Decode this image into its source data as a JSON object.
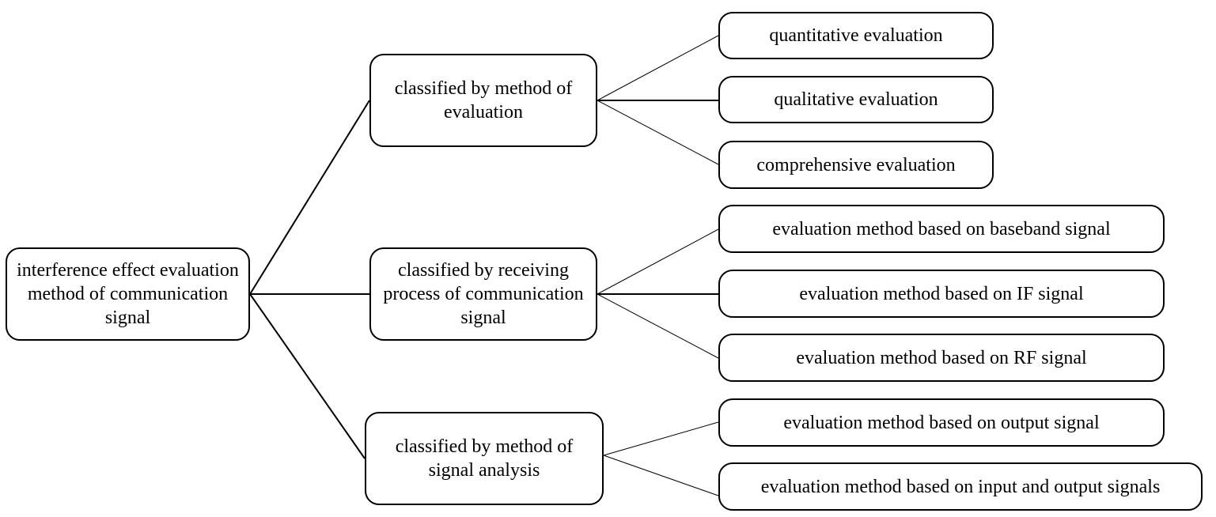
{
  "diagram": {
    "root": {
      "label": "interference effect evaluation method of communication signal"
    },
    "categories": [
      {
        "label": "classified by method of evaluation",
        "children": [
          "quantitative evaluation",
          "qualitative evaluation",
          "comprehensive evaluation"
        ]
      },
      {
        "label": "classified by receiving process of communication signal",
        "children": [
          "evaluation method based on baseband signal",
          "evaluation method based on IF signal",
          "evaluation method based on RF signal"
        ]
      },
      {
        "label": "classified by method of signal analysis",
        "children": [
          "evaluation method based on output signal",
          "evaluation method based on input and output signals"
        ]
      }
    ]
  }
}
